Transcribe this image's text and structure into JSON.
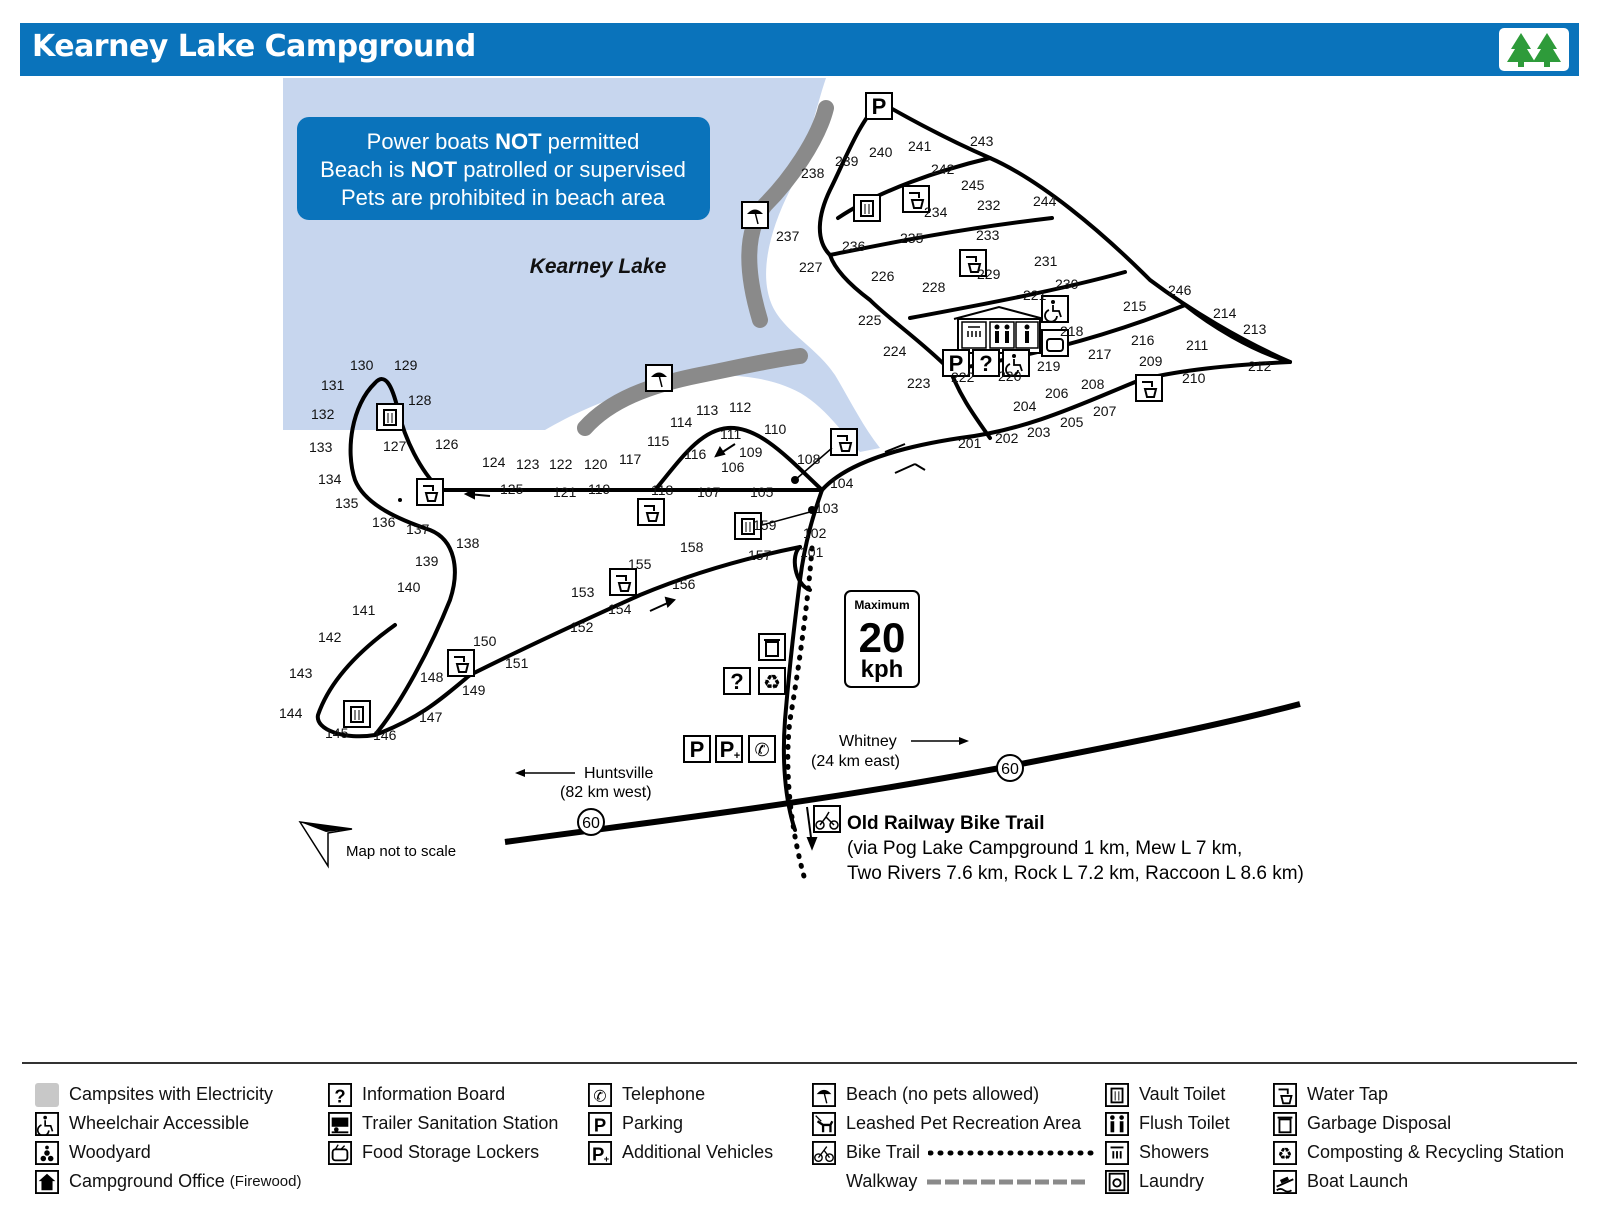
{
  "title": "Kearney Lake Campground",
  "logo_icon": "twin-trees-icon",
  "notice": {
    "line1_pre": "Power boats ",
    "line1_bold": "NOT",
    "line1_post": " permitted",
    "line2_pre": "Beach is ",
    "line2_bold": "NOT",
    "line2_post": " patrolled or supervised",
    "line3": "Pets are prohibited in beach area"
  },
  "lake_name": "Kearney Lake",
  "speed_sign": {
    "top": "Maximum",
    "value": "20",
    "unit": "kph"
  },
  "directions": {
    "whitney_1": "Whitney",
    "whitney_2": "(24 km east)",
    "huntsville_1": "Huntsville",
    "huntsville_2": "(82 km west)",
    "highway": "60"
  },
  "bike_trail": {
    "name": "Old Railway Bike Trail",
    "line2": "(via Pog Lake Campground 1 km, Mew L 7 km,",
    "line3": "Two Rivers 7.6 km, Rock L 7.2 km, Raccoon L 8.6 km)"
  },
  "scale_note": "Map not to scale",
  "sites": [
    {
      "n": "101",
      "p": [
        800,
        557
      ]
    },
    {
      "n": "102",
      "p": [
        803,
        538
      ]
    },
    {
      "n": "103",
      "p": [
        815,
        513
      ]
    },
    {
      "n": "104",
      "p": [
        830,
        488
      ]
    },
    {
      "n": "105",
      "p": [
        750,
        497
      ]
    },
    {
      "n": "106",
      "p": [
        721,
        472
      ]
    },
    {
      "n": "107",
      "p": [
        697,
        497
      ]
    },
    {
      "n": "108",
      "p": [
        797,
        464
      ]
    },
    {
      "n": "109",
      "p": [
        739,
        457
      ]
    },
    {
      "n": "110",
      "p": [
        764,
        434
      ]
    },
    {
      "n": "111",
      "p": [
        720,
        439
      ]
    },
    {
      "n": "112",
      "p": [
        729,
        412
      ]
    },
    {
      "n": "113",
      "p": [
        696,
        415
      ]
    },
    {
      "n": "114",
      "p": [
        670,
        427
      ]
    },
    {
      "n": "115",
      "p": [
        647,
        446
      ]
    },
    {
      "n": "116",
      "p": [
        684,
        459
      ]
    },
    {
      "n": "117",
      "p": [
        619,
        464
      ]
    },
    {
      "n": "118",
      "p": [
        651,
        495
      ]
    },
    {
      "n": "119",
      "p": [
        588,
        494
      ]
    },
    {
      "n": "120",
      "p": [
        584,
        469
      ]
    },
    {
      "n": "121",
      "p": [
        553,
        497
      ]
    },
    {
      "n": "122",
      "p": [
        549,
        469
      ]
    },
    {
      "n": "123",
      "p": [
        516,
        469
      ]
    },
    {
      "n": "124",
      "p": [
        482,
        467
      ]
    },
    {
      "n": "125",
      "p": [
        500,
        494
      ]
    },
    {
      "n": "126",
      "p": [
        435,
        449
      ]
    },
    {
      "n": "127",
      "p": [
        383,
        451
      ]
    },
    {
      "n": "128",
      "p": [
        408,
        405
      ]
    },
    {
      "n": "129",
      "p": [
        394,
        370
      ]
    },
    {
      "n": "130",
      "p": [
        350,
        370
      ]
    },
    {
      "n": "131",
      "p": [
        321,
        390
      ]
    },
    {
      "n": "132",
      "p": [
        311,
        419
      ]
    },
    {
      "n": "133",
      "p": [
        309,
        452
      ]
    },
    {
      "n": "134",
      "p": [
        318,
        484
      ]
    },
    {
      "n": "135",
      "p": [
        335,
        508
      ]
    },
    {
      "n": "136",
      "p": [
        372,
        527
      ]
    },
    {
      "n": "137",
      "p": [
        406,
        534
      ]
    },
    {
      "n": "138",
      "p": [
        456,
        548
      ]
    },
    {
      "n": "139",
      "p": [
        415,
        566
      ]
    },
    {
      "n": "140",
      "p": [
        397,
        592
      ]
    },
    {
      "n": "141",
      "p": [
        352,
        615
      ]
    },
    {
      "n": "142",
      "p": [
        318,
        642
      ]
    },
    {
      "n": "143",
      "p": [
        289,
        678
      ]
    },
    {
      "n": "144",
      "p": [
        279,
        718
      ]
    },
    {
      "n": "145",
      "p": [
        325,
        738
      ]
    },
    {
      "n": "146",
      "p": [
        373,
        740
      ]
    },
    {
      "n": "147",
      "p": [
        419,
        722
      ]
    },
    {
      "n": "148",
      "p": [
        420,
        682
      ]
    },
    {
      "n": "149",
      "p": [
        462,
        695
      ]
    },
    {
      "n": "150",
      "p": [
        473,
        646
      ]
    },
    {
      "n": "151",
      "p": [
        505,
        668
      ]
    },
    {
      "n": "152",
      "p": [
        570,
        632
      ]
    },
    {
      "n": "153",
      "p": [
        571,
        597
      ]
    },
    {
      "n": "154",
      "p": [
        608,
        614
      ]
    },
    {
      "n": "155",
      "p": [
        628,
        569
      ]
    },
    {
      "n": "156",
      "p": [
        672,
        589
      ]
    },
    {
      "n": "157",
      "p": [
        748,
        560
      ]
    },
    {
      "n": "158",
      "p": [
        680,
        552
      ]
    },
    {
      "n": "159",
      "p": [
        753,
        530
      ]
    },
    {
      "n": "201",
      "p": [
        958,
        448
      ]
    },
    {
      "n": "202",
      "p": [
        995,
        443
      ]
    },
    {
      "n": "203",
      "p": [
        1027,
        437
      ]
    },
    {
      "n": "204",
      "p": [
        1013,
        411
      ]
    },
    {
      "n": "205",
      "p": [
        1060,
        427
      ]
    },
    {
      "n": "206",
      "p": [
        1045,
        398
      ]
    },
    {
      "n": "207",
      "p": [
        1093,
        416
      ]
    },
    {
      "n": "208",
      "p": [
        1081,
        389
      ]
    },
    {
      "n": "209",
      "p": [
        1139,
        366
      ]
    },
    {
      "n": "210",
      "p": [
        1182,
        383
      ]
    },
    {
      "n": "211",
      "p": [
        1186,
        350
      ]
    },
    {
      "n": "212",
      "p": [
        1248,
        371
      ]
    },
    {
      "n": "213",
      "p": [
        1243,
        334
      ]
    },
    {
      "n": "214",
      "p": [
        1213,
        318
      ]
    },
    {
      "n": "215",
      "p": [
        1123,
        311
      ]
    },
    {
      "n": "216",
      "p": [
        1131,
        345
      ]
    },
    {
      "n": "217",
      "p": [
        1088,
        359
      ]
    },
    {
      "n": "218",
      "p": [
        1060,
        336
      ]
    },
    {
      "n": "219",
      "p": [
        1037,
        371
      ]
    },
    {
      "n": "220",
      "p": [
        998,
        381
      ]
    },
    {
      "n": "221",
      "p": [
        1023,
        300
      ]
    },
    {
      "n": "222",
      "p": [
        951,
        382
      ]
    },
    {
      "n": "223",
      "p": [
        907,
        388
      ]
    },
    {
      "n": "224",
      "p": [
        883,
        356
      ]
    },
    {
      "n": "225",
      "p": [
        858,
        325
      ]
    },
    {
      "n": "226",
      "p": [
        871,
        281
      ]
    },
    {
      "n": "227",
      "p": [
        799,
        272
      ]
    },
    {
      "n": "228",
      "p": [
        922,
        292
      ]
    },
    {
      "n": "229",
      "p": [
        977,
        279
      ]
    },
    {
      "n": "230",
      "p": [
        1055,
        289
      ]
    },
    {
      "n": "231",
      "p": [
        1034,
        266
      ]
    },
    {
      "n": "232",
      "p": [
        977,
        210
      ]
    },
    {
      "n": "233",
      "p": [
        976,
        240
      ]
    },
    {
      "n": "234",
      "p": [
        924,
        217
      ]
    },
    {
      "n": "235",
      "p": [
        900,
        243
      ]
    },
    {
      "n": "236",
      "p": [
        842,
        251
      ]
    },
    {
      "n": "237",
      "p": [
        776,
        241
      ]
    },
    {
      "n": "238",
      "p": [
        801,
        178
      ]
    },
    {
      "n": "239",
      "p": [
        835,
        166
      ]
    },
    {
      "n": "240",
      "p": [
        869,
        157
      ]
    },
    {
      "n": "241",
      "p": [
        908,
        151
      ]
    },
    {
      "n": "242",
      "p": [
        931,
        174
      ]
    },
    {
      "n": "243",
      "p": [
        970,
        146
      ]
    },
    {
      "n": "244",
      "p": [
        1033,
        206
      ]
    },
    {
      "n": "245",
      "p": [
        961,
        190
      ]
    },
    {
      "n": "246",
      "p": [
        1168,
        295
      ]
    }
  ],
  "legend": {
    "col1": [
      {
        "icon": "electricity-swatch",
        "label": "Campsites with Electricity"
      },
      {
        "icon": "wheelchair-icon",
        "label": "Wheelchair Accessible"
      },
      {
        "icon": "woodyard-icon",
        "label": "Woodyard"
      },
      {
        "icon": "campground-office-icon",
        "label": "Campground Office",
        "sub": "(Firewood)"
      }
    ],
    "col2": [
      {
        "icon": "information-icon",
        "label": "Information Board"
      },
      {
        "icon": "trailer-sanitation-icon",
        "label": "Trailer Sanitation Station"
      },
      {
        "icon": "food-locker-icon",
        "label": "Food Storage Lockers"
      }
    ],
    "col3": [
      {
        "icon": "telephone-icon",
        "label": "Telephone"
      },
      {
        "icon": "parking-icon",
        "label": "Parking"
      },
      {
        "icon": "additional-vehicles-icon",
        "label": "Additional Vehicles"
      }
    ],
    "col4": [
      {
        "icon": "beach-icon",
        "label": "Beach (no pets allowed)"
      },
      {
        "icon": "leashed-pet-icon",
        "label": "Leashed Pet Recreation Area"
      },
      {
        "icon": "bike-icon",
        "label": "Bike Trail"
      },
      {
        "icon": "walkway-icon",
        "label": "Walkway"
      }
    ],
    "col5": [
      {
        "icon": "vault-toilet-icon",
        "label": "Vault Toilet"
      },
      {
        "icon": "flush-toilet-icon",
        "label": "Flush Toilet"
      },
      {
        "icon": "shower-icon",
        "label": "Showers"
      },
      {
        "icon": "laundry-icon",
        "label": "Laundry"
      }
    ],
    "col6": [
      {
        "icon": "water-tap-icon",
        "label": "Water Tap"
      },
      {
        "icon": "garbage-icon",
        "label": "Garbage Disposal"
      },
      {
        "icon": "recycling-icon",
        "label": "Composting & Recycling Station"
      },
      {
        "icon": "boat-launch-icon",
        "label": "Boat Launch"
      }
    ]
  },
  "colors": {
    "brand": "#0a73bb",
    "lake": "#c7d6ee",
    "notice": "#0a73bb",
    "walkway": "#8a8a8a",
    "tree": "#2e9b3a"
  }
}
